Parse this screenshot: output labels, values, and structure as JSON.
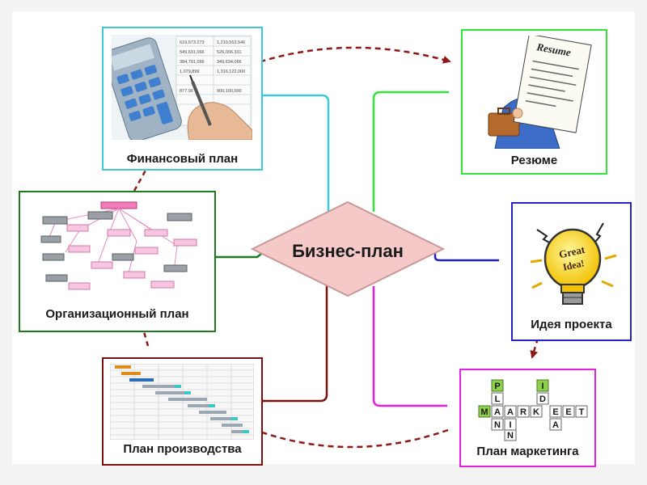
{
  "center": {
    "label": "Бизнес-план"
  },
  "nodes": {
    "financial": {
      "label": "Финансовый план",
      "spreadsheet": [
        "619,573.273",
        "1,210,553.546",
        "549,631,066",
        "526,006.331",
        "384,791,066",
        "349,634,066",
        "1,079,899",
        "1,316,122,000",
        "877.90",
        "900,100,000"
      ]
    },
    "resume": {
      "label": "Резюме",
      "paper_title": "Resume"
    },
    "idea": {
      "label": "Идея проекта",
      "bulb_text": [
        "Great",
        "Idea!"
      ]
    },
    "marketing": {
      "label": "План маркетинга",
      "tile_letters": [
        "P",
        "L",
        "A",
        "N",
        "I",
        "D",
        "E",
        "A",
        "M",
        "A",
        "R",
        "K",
        "E",
        "T",
        "I",
        "N"
      ]
    },
    "production": {
      "label": "План производства"
    },
    "organizational": {
      "label": "Организационный план"
    }
  },
  "colors": {
    "financial": "#3fc9d8",
    "resume": "#33e33a",
    "idea": "#2222cc",
    "marketing": "#e81ee0",
    "production": "#7a1010",
    "organizational": "#1e7a1e",
    "diamond_fill": "#f6c9c9",
    "diamond_stroke": "#c79a9a",
    "dashed_arrow": "#8b1a1a"
  }
}
